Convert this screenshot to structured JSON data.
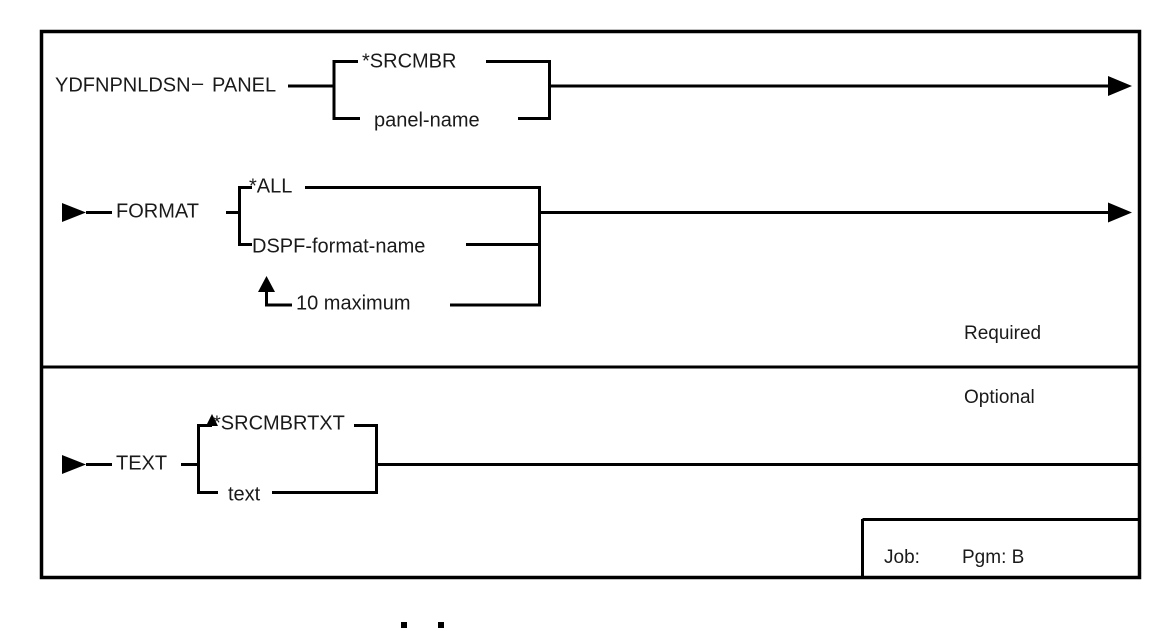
{
  "diagram": {
    "type": "railroad-syntax-diagram",
    "command_name": "YDFNPNLDSN",
    "colors": {
      "line": "#000000",
      "text": "#1a1a1a",
      "background": "#ffffff"
    },
    "sections": [
      {
        "id": "required",
        "side_label": "Required",
        "rows": [
          {
            "id": "panel",
            "keyword": "PANEL",
            "lead_label": "YDFNPNLDSN",
            "separator": "–",
            "choices": [
              "*SRCMBR",
              "panel-name"
            ],
            "default": "*SRCMBR",
            "repeat_label": null
          },
          {
            "id": "format",
            "keyword": "FORMAT",
            "lead_label": null,
            "separator": null,
            "choices": [
              "*ALL",
              "DSPF-format-name"
            ],
            "default": "*ALL",
            "repeat_label": "10 maximum"
          }
        ]
      },
      {
        "id": "optional",
        "side_label": "Optional",
        "rows": [
          {
            "id": "text",
            "keyword": "TEXT",
            "lead_label": null,
            "separator": null,
            "choices": [
              "*SRCMBRTXT",
              "text"
            ],
            "default": "*SRCMBRTXT",
            "repeat_label": null
          }
        ]
      }
    ],
    "footer_box": {
      "job_label": "Job:",
      "job_value": "",
      "pgm_label": "Pgm: B"
    }
  }
}
